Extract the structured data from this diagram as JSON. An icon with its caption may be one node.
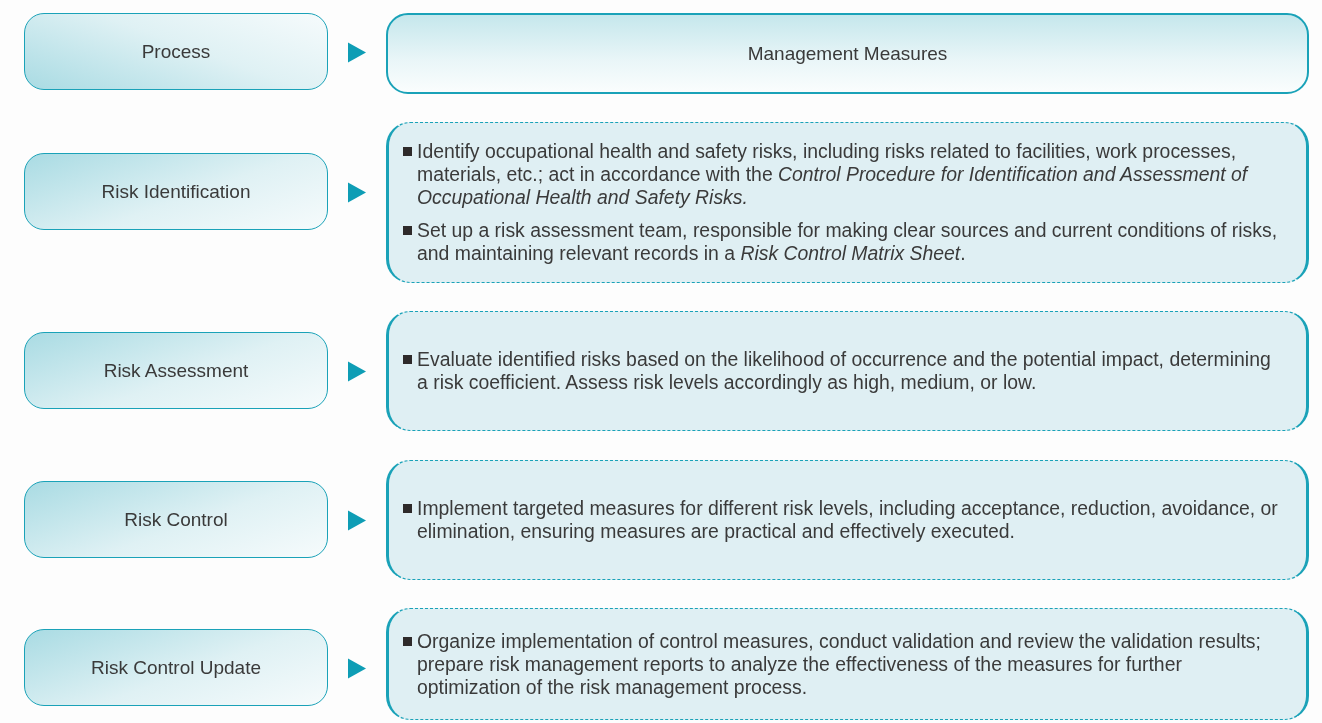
{
  "diagram": {
    "nodes": [
      {
        "text": [
          "Process"
        ]
      },
      {
        "text": [
          "Management Measures"
        ]
      },
      {
        "text": [
          "Risk Identification"
        ]
      },
      {
        "text": [
          "Identify occupational health and safety risks, including risks related to facilities, work processes, materials, etc.; act in accordance with the *Control Procedure for Identification and Assessment of Occupational Health and Safety Risks.*",
          "Set up a risk assessment team, responsible for making clear sources and current conditions of risks, and maintaining relevant records in a *Risk Control Matrix Sheet*."
        ]
      },
      {
        "text": [
          "Risk Assessment"
        ]
      },
      {
        "text": [
          "Evaluate identified risks based on the likelihood of occurrence and the potential impact, determining a risk coefficient. Assess risk levels accordingly as high, medium, or low."
        ]
      },
      {
        "text": [
          "Risk Control"
        ]
      },
      {
        "text": [
          "Implement targeted measures for different risk levels, including acceptance, reduction, avoidance, or elimination, ensuring measures are practical and effectively executed."
        ]
      },
      {
        "text": [
          "Risk Control Update"
        ]
      },
      {
        "text": [
          "Organize implementation of control measures, conduct validation and review the validation results; prepare risk management reports to analyze the effectiveness of the measures for further optimization of the risk management process."
        ]
      }
    ],
    "edges": [
      {
        "from": 0,
        "to": 1,
        "arrow": "to"
      },
      {
        "from": 2,
        "to": 3,
        "arrow": "to"
      },
      {
        "from": 4,
        "to": 5,
        "arrow": "to"
      },
      {
        "from": 6,
        "to": 7,
        "arrow": "to"
      },
      {
        "from": 8,
        "to": 9,
        "arrow": "to"
      }
    ]
  }
}
